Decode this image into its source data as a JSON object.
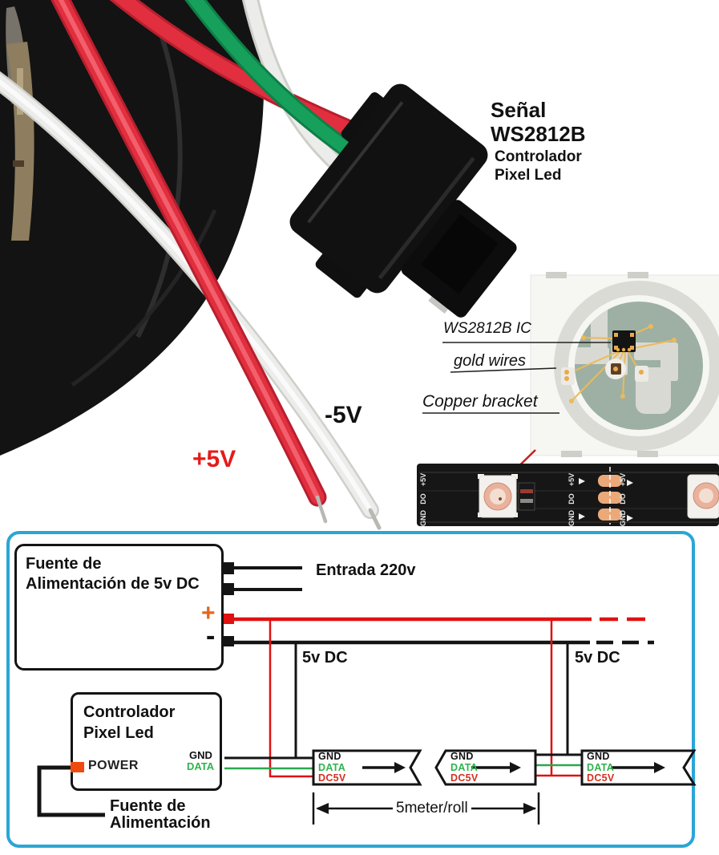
{
  "photo": {
    "signal": {
      "line1": "Señal",
      "line2": "WS2812B",
      "line3": "Controlador",
      "line4": "Pixel Led"
    },
    "plus5v": "+5V",
    "minus5v": "-5V",
    "closeup": {
      "ic_label": "WS2812B IC",
      "gold_label": "gold wires",
      "copper_label": "Copper bracket"
    },
    "strip": {
      "markings": [
        "+5V",
        "DO",
        "GND"
      ]
    },
    "colors": {
      "wire_red": "#e12f3f",
      "wire_green": "#17a05c",
      "wire_white": "#ececea",
      "label_red": "#e41b1b"
    }
  },
  "diagram": {
    "panel_border_color": "#2aa6d6",
    "psu": {
      "title_line1": "Fuente de",
      "title_line2": "Alimentación de 5v DC",
      "plus": "+",
      "minus": "-"
    },
    "entrada_label": "Entrada 220v",
    "dc_labels": [
      "5v DC",
      "5v DC"
    ],
    "controller": {
      "title_line1": "Controlador",
      "title_line2": "Pixel Led",
      "power_label": "POWER",
      "gnd_label": "GND",
      "data_label": "DATA"
    },
    "controller_note_line1": "Fuente de",
    "controller_note_line2": "Alimentación",
    "segments": [
      {
        "gnd": "GND",
        "data": "DATA",
        "dc5v": "DC5V"
      },
      {
        "gnd": "GND",
        "data": "DATA",
        "dc5v": "DC5V"
      },
      {
        "gnd": "GND",
        "data": "DATA",
        "dc5v": "DC5V"
      }
    ],
    "roll_label": "5meter/roll",
    "colors": {
      "red": "#e01111",
      "green": "#2aa84f",
      "data_text": "#2eb34d",
      "dc5v_text": "#d43022",
      "power_orange": "#f14a0e",
      "plus_orange": "#e2671f"
    }
  }
}
